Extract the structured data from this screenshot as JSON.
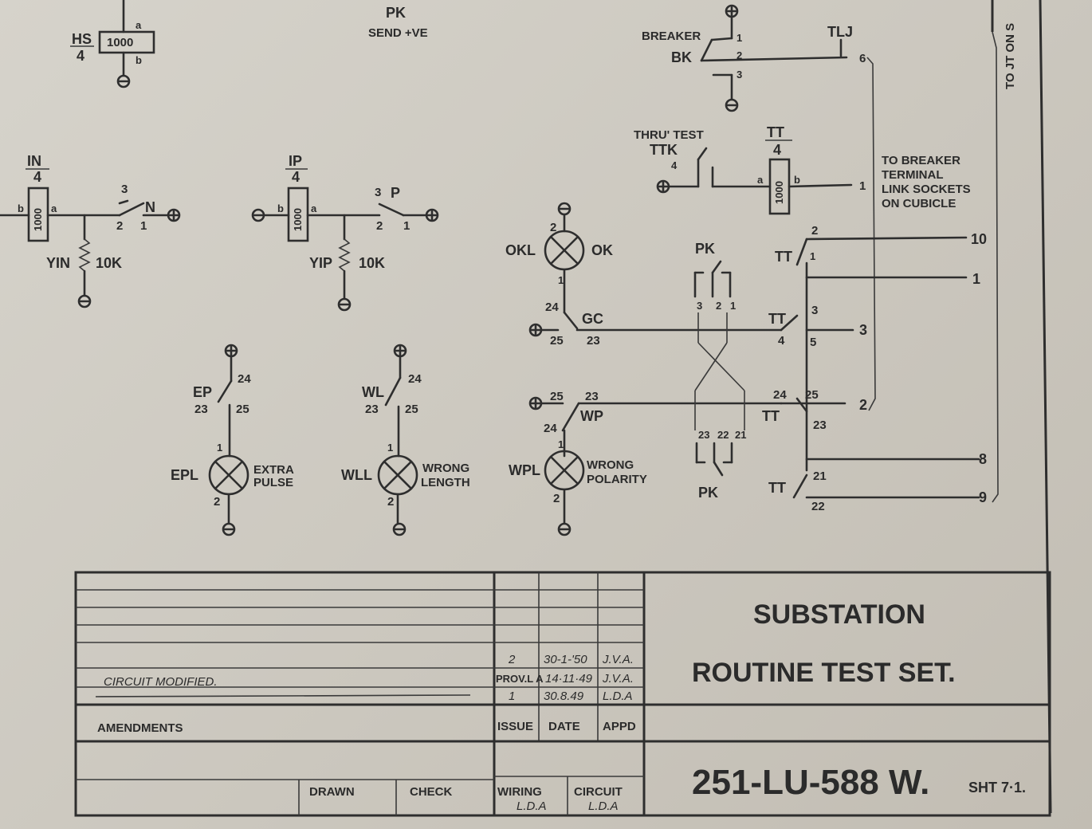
{
  "top": {
    "hs": "HS",
    "hs_num": "4",
    "hs_res": "1000",
    "hs_a": "a",
    "hs_b": "b",
    "pk_title": "PK",
    "pk_sub": "SEND +VE",
    "breaker": "BREAKER",
    "bk": "BK",
    "tlj": "TLJ",
    "bk_1": "1",
    "bk_2": "2",
    "bk_3": "3",
    "bk_out": "6",
    "to_jt": "TO JT ON S"
  },
  "relays": {
    "in_label": "IN",
    "in_num": "4",
    "ip_label": "IP",
    "ip_num": "4",
    "res": "1000",
    "a": "a",
    "b": "b",
    "n": "N",
    "p": "P",
    "c3": "3",
    "c2": "2",
    "c1": "1",
    "yin": "YIN",
    "yip": "YIP",
    "k10": "10K"
  },
  "thru": {
    "title": "THRU' TEST",
    "ttk": "TTK",
    "four": "4",
    "tt_label": "TT",
    "tt_num": "4",
    "res": "1000",
    "a": "a",
    "b": "b",
    "out": "1",
    "note": [
      "TO BREAKER",
      "TERMINAL",
      "LINK SOCKETS",
      "ON CUBICLE"
    ]
  },
  "lamps": {
    "okl": "OKL",
    "ok": "OK",
    "gc": "GC",
    "epl": "EPL",
    "ep": "EP",
    "extra": [
      "EXTRA",
      "PULSE"
    ],
    "wll": "WLL",
    "wl": "WL",
    "wrong_len": [
      "WRONG",
      "LENGTH"
    ],
    "wpl": "WPL",
    "wp": "WP",
    "wrong_pol": [
      "WRONG",
      "POLARITY"
    ],
    "n24": "24",
    "n25": "25",
    "n23": "23",
    "n1": "1",
    "n2": "2"
  },
  "switching": {
    "pk": "PK",
    "tt": "TT",
    "p3": "3",
    "p2": "2",
    "p1": "1",
    "p23": "23",
    "p22": "22",
    "p21": "21",
    "o10": "10",
    "o1": "1",
    "o3": "3",
    "o2": "2",
    "o8": "8",
    "o9": "9",
    "t2": "2",
    "t1": "1",
    "t3": "3",
    "t4": "4",
    "t5": "5",
    "t24": "24",
    "t25": "25",
    "t23": "23",
    "t21": "21",
    "t22": "22"
  },
  "title_block": {
    "title1": "SUBSTATION",
    "title2": "ROUTINE TEST SET.",
    "drawing_no": "251-LU-588 W.",
    "sheet": "SHT 7·1.",
    "amendment": "CIRCUIT MODIFIED.",
    "amendments_label": "AMENDMENTS",
    "issue": "ISSUE",
    "date": "DATE",
    "appd": "APPD",
    "rows": [
      {
        "issue": "2",
        "date": "30-1-'50",
        "app": "J.V.A."
      },
      {
        "issue": "PROV.L A",
        "date": "14·11·49",
        "app": "J.V.A."
      },
      {
        "issue": "1",
        "date": "30.8.49",
        "app": "L.D.A"
      }
    ],
    "drawn": "DRAWN",
    "check": "CHECK",
    "wiring": "WIRING",
    "wiring_by": "L.D.A",
    "circuit": "CIRCUIT",
    "circuit_by": "L.D.A"
  }
}
